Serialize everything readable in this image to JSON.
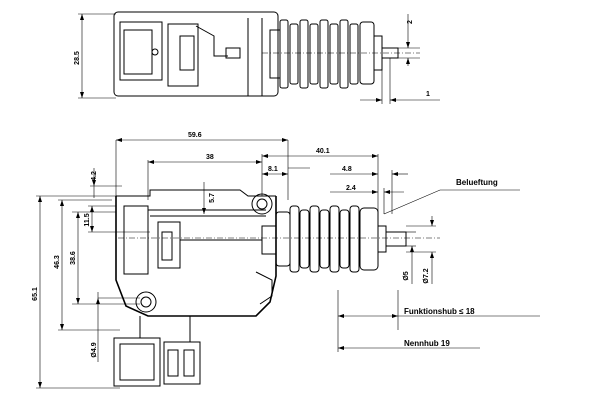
{
  "dimensions": {
    "top_height": "28.5",
    "top_right_2": "2",
    "top_right_1": "1",
    "length_59_6": "59.6",
    "len_38": "38",
    "len_40_1": "40.1",
    "len_8_1": "8.1",
    "len_4_8": "4.8",
    "len_2_4": "2.4",
    "len_5_7": "5.7",
    "len_4_2": "4.2",
    "len_11_5": "11.5",
    "len_46_3": "46.3",
    "len_38_6": "38.6",
    "len_65_1": "65.1",
    "dia_4_9": "Ø4.9",
    "dia_5": "Ø5",
    "dia_7_2": "Ø7.2"
  },
  "labels": {
    "vent": "Belueftung",
    "function_stroke": "Funktionshub ≤ 18",
    "nominal_stroke": "Nennhub 19"
  }
}
